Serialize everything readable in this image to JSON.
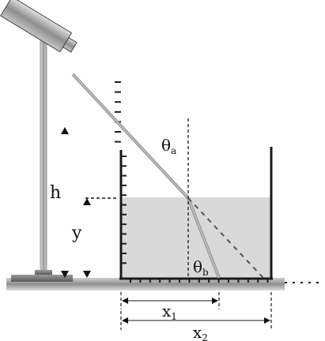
{
  "labels": {
    "theta_a": "θ",
    "theta_a_sub": "a",
    "theta_b": "θ",
    "theta_b_sub": "b",
    "h": "h",
    "y": "y",
    "x1": "x",
    "x1_sub": "1",
    "x2": "x",
    "x2_sub": "2"
  },
  "colors": {
    "water": "#d9d9d9",
    "ground": "#8a8a8a",
    "line": "#1a1a1a",
    "beam": "#a0a0a0",
    "laser_body": "#9a9a9a"
  }
}
